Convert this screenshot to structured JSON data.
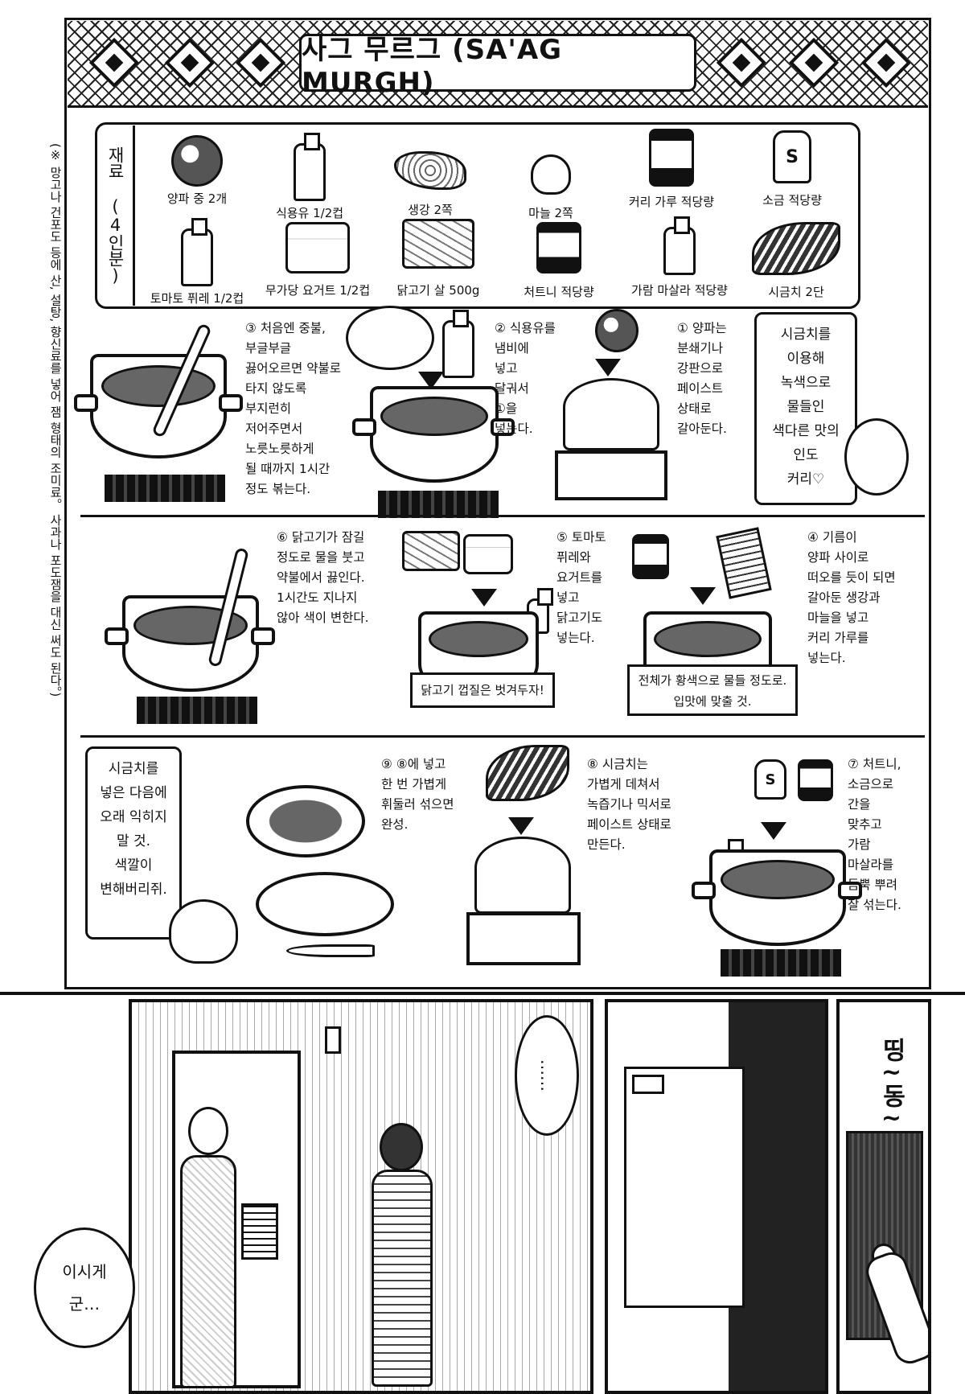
{
  "recipe": {
    "title": "사그 무르그 (SA'AG MURGH)",
    "side_note": "(※ 망고나 건포도 등에 산, 설탕, 향신료를 넣어 잼 형태의 조미료。 사과나 포도잼을 대신 써도 된다。)",
    "ingredients_label": "재료 (4인분)",
    "ingredients": [
      {
        "icon": "onion-icon",
        "label": "양파 중 2개"
      },
      {
        "icon": "oil-bottle-icon",
        "label": "식용유 1/2컵"
      },
      {
        "icon": "ginger-icon",
        "label": "생강 2쪽"
      },
      {
        "icon": "garlic-icon",
        "label": "마늘 2쪽"
      },
      {
        "icon": "curry-can-icon",
        "label": "커리 가루 적당량"
      },
      {
        "icon": "salt-shaker-icon",
        "label": "소금 적당량",
        "mark": "S"
      },
      {
        "icon": "tomato-puree-bottle-icon",
        "label": "토마토 퓌레 1/2컵"
      },
      {
        "icon": "yogurt-tub-icon",
        "label": "무가당 요거트 1/2컵"
      },
      {
        "icon": "chicken-tray-icon",
        "label": "닭고기 살 500g"
      },
      {
        "icon": "chutney-jar-icon",
        "label": "처트니 적당량"
      },
      {
        "icon": "garam-masala-bottle-icon",
        "label": "가람 마살라 적당량"
      },
      {
        "icon": "spinach-icon",
        "label": "시금치 2단"
      }
    ],
    "steps": {
      "s1": "① 양파는\n분쇄기나\n강판으로\n페이스트\n상태로\n갈아둔다.",
      "s2": "② 식용유를\n냄비에\n넣고\n달궈서\n①을\n넣는다.",
      "s3": "③ 처음엔 중불,\n부글부글\n끓어오르면 약불로\n타지 않도록\n부지런히\n저어주면서\n노릇노릇하게\n될 때까지 1시간\n정도 볶는다.",
      "s4": "④ 기름이\n양파 사이로\n떠오를 듯이 되면\n갈아둔 생강과\n마늘을 넣고\n커리 가루를\n넣는다.",
      "s5": "⑤ 토마토\n퓌레와\n요거트를\n넣고\n닭고기도\n넣는다.",
      "s6": "⑥ 닭고기가 잠길\n정도로 물을 붓고\n약불에서 끓인다.\n1시간도 지나지\n않아 색이 변한다.",
      "s7": "⑦ 처트니,\n소금으로\n간을\n맞추고\n가람\n마살라를\n듬뿍 뿌려\n잘 섞는다.",
      "s8": "⑧ 시금치는\n가볍게 데쳐서\n녹즙기나 믹서로\n페이스트 상태로\n만든다.",
      "s9": "⑨ ⑧에 넣고\n한 번 가볍게\n휘둘러 섞으면\n완성."
    },
    "bubble_intro": "시금치를\n이용해\n녹색으로\n물들인\n색다른 맛의\n인도\n커리♡",
    "bubble_warning": "시금치를\n넣은 다음에\n오래 익히지\n말 것.\n색깔이\n변해버리쥐.",
    "note_chicken": "닭고기 껍질은 벗겨두자!",
    "note_color": "전체가 황색으로 물들 정도로.\n입맛에 맞출 것.",
    "shaker_mark": "S"
  },
  "manga": {
    "speech_door": "이시게\n군…",
    "speech_ellipsis": "……",
    "sfx_doorbell": "띵~동~"
  }
}
